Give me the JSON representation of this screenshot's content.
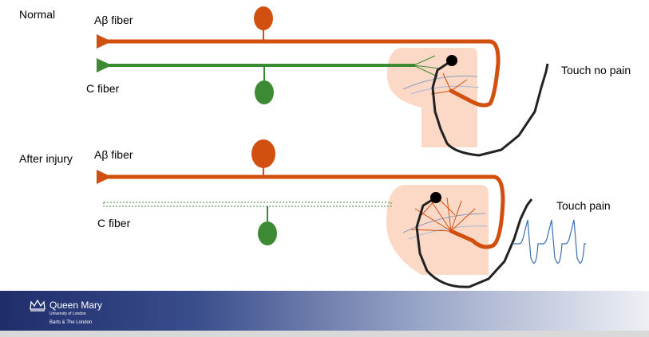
{
  "colors": {
    "abeta": "#d14f0f",
    "cfiber": "#3d8a35",
    "skin": "#fbd9c6",
    "nerve": "#222222",
    "wave": "#3a6fb0",
    "footer_dark": "#1f2d6b"
  },
  "normal": {
    "section_label": "Normal",
    "abeta_label": "Aβ fiber",
    "c_label": "C fiber",
    "result": "Touch no pain"
  },
  "injury": {
    "section_label": "After injury",
    "abeta_label": "Aβ fiber",
    "c_label": "C fiber",
    "result": "Touch pain"
  },
  "footer": {
    "logo_name": "Queen Mary",
    "logo_sub": "University of London",
    "logo_sub2": "Barts & The London"
  }
}
